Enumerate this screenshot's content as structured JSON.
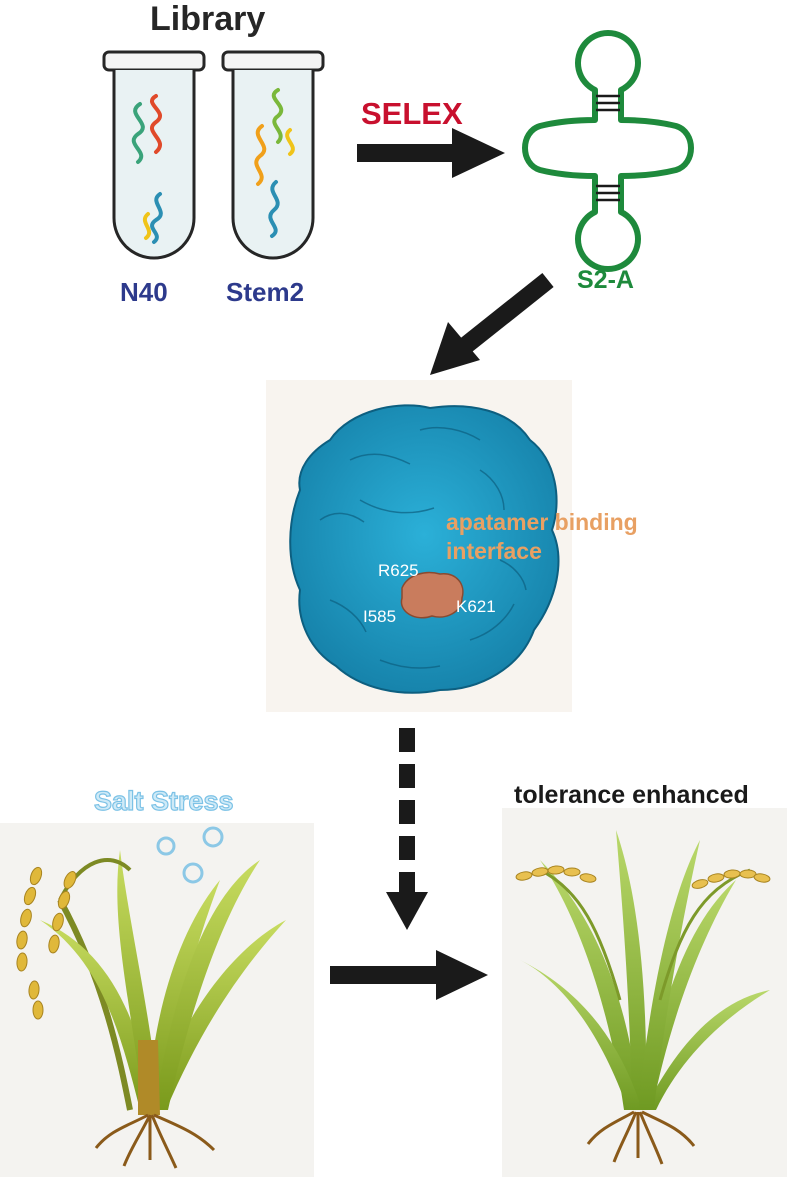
{
  "library": {
    "title": "Library"
  },
  "tubes": [
    {
      "label": "N40"
    },
    {
      "label": "Stem2"
    }
  ],
  "selex": {
    "label": "SELEX"
  },
  "aptamer": {
    "label": "S2-A"
  },
  "protein": {
    "interface_line1": "apatamer binding",
    "interface_line2": "interface",
    "residues": [
      "R625",
      "I585",
      "K621"
    ]
  },
  "plants": {
    "stress_label": "Salt Stress",
    "enhanced_label": "tolerance enhanced"
  },
  "colors": {
    "selex": "#c8102e",
    "library_labels": "#2d3a8c",
    "aptamer": "#1e8a3c",
    "protein_surface": "#1e9ac4",
    "binding_site": "#c97c5d",
    "interface_text": "#e8a063",
    "salt_bubbles": "#8cc8e6"
  }
}
